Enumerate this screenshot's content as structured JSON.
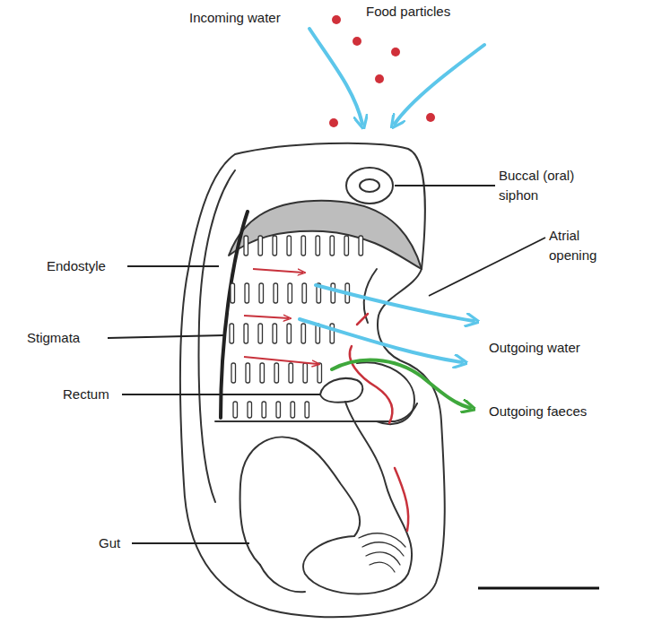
{
  "diagram": {
    "labels": [
      "Incoming water",
      "Food particles",
      "Buccal (oral) siphon",
      "Atrial opening",
      "Endostyle",
      "Stigmata",
      "Outgoing water",
      "Rectum",
      "Outgoing faeces",
      "Gut"
    ]
  }
}
